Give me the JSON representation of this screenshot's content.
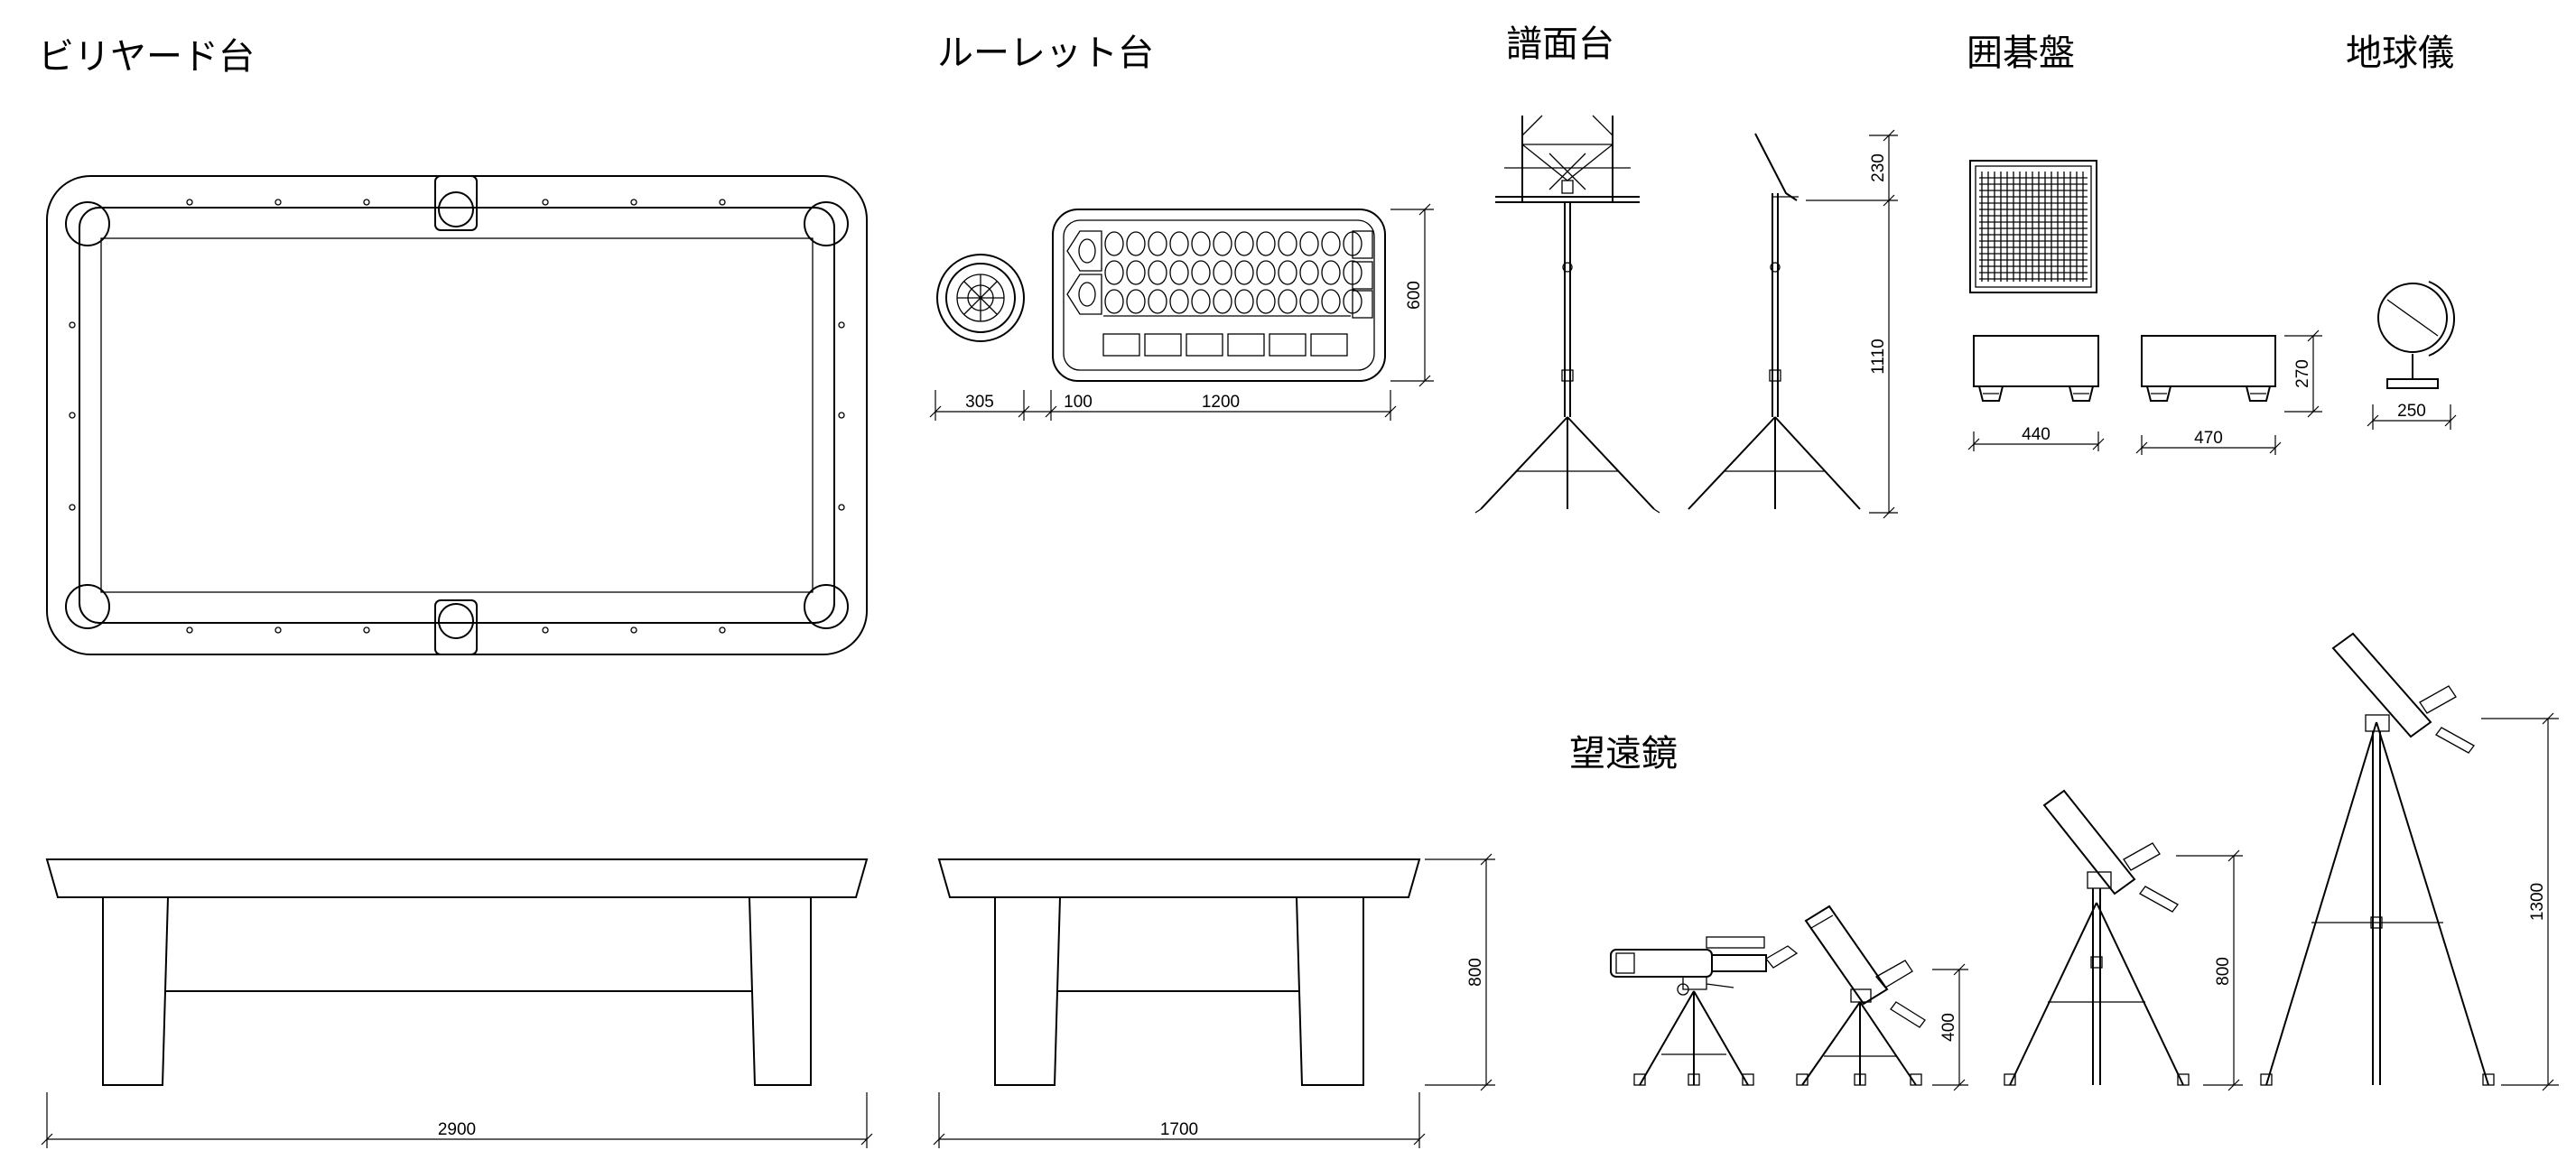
{
  "sections": {
    "billiard": {
      "title": "ビリヤード台",
      "dims": {
        "length": "2900"
      }
    },
    "roulette": {
      "title": "ルーレット台",
      "dims": {
        "wheel": "305",
        "gap": "100",
        "board": "1200",
        "depth": "600",
        "length": "1700",
        "height": "800"
      }
    },
    "music_stand": {
      "title": "譜面台",
      "dims": {
        "top": "230",
        "height": "1110"
      }
    },
    "go_board": {
      "title": "囲碁盤",
      "dims": {
        "width_a": "440",
        "width_b": "470",
        "height": "270"
      }
    },
    "globe": {
      "title": "地球儀",
      "dims": {
        "width": "250"
      }
    },
    "telescope": {
      "title": "望遠鏡",
      "dims": {
        "small": "400",
        "medium": "800",
        "large": "1300"
      }
    }
  }
}
